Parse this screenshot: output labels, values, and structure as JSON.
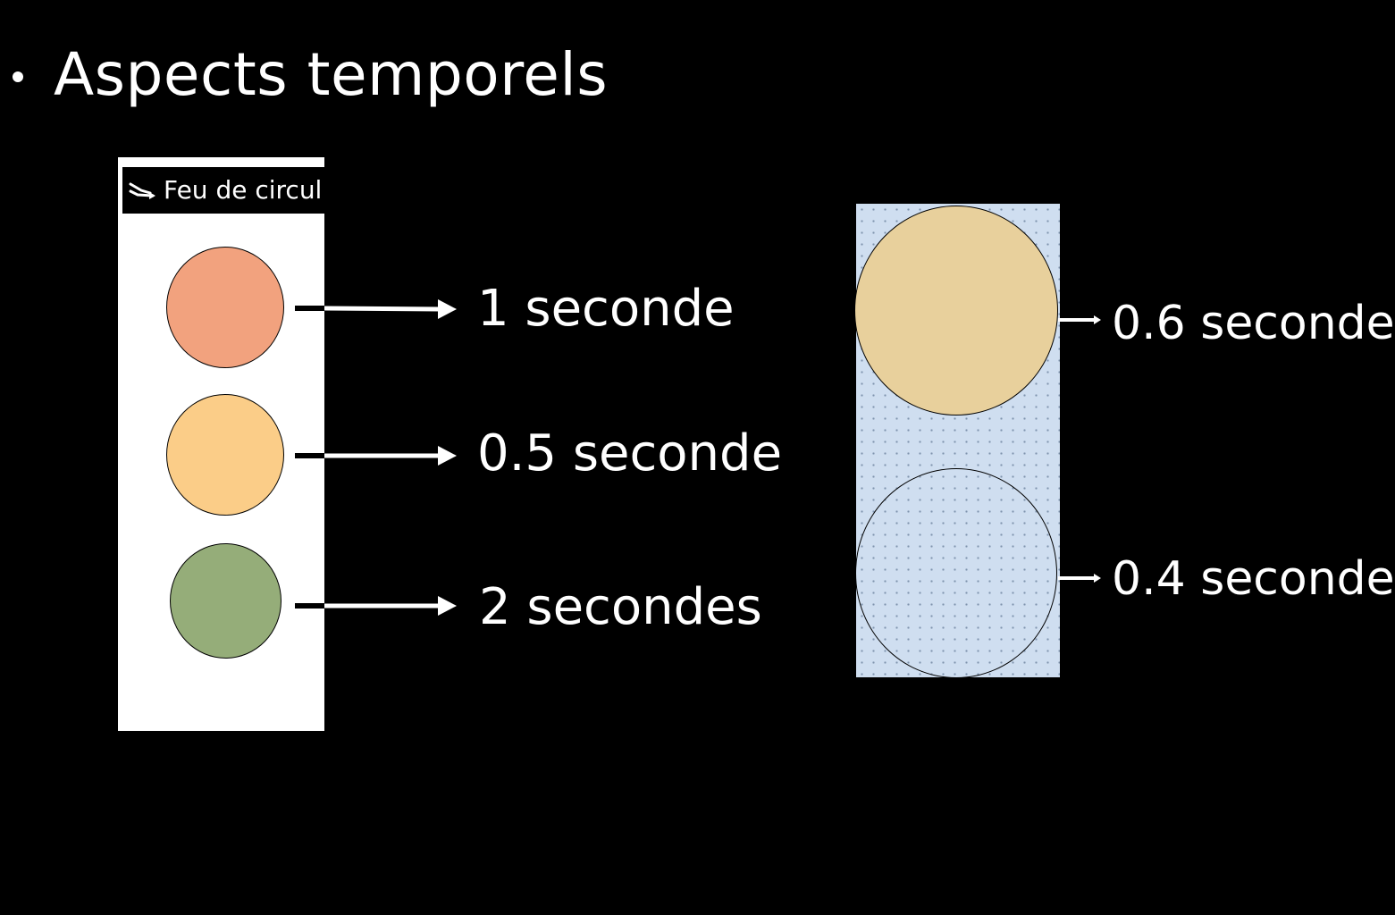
{
  "slide": {
    "title": "Aspects temporels"
  },
  "left_light": {
    "header_label": "Feu de circul",
    "header_icon": "arrow-icon",
    "lamps": [
      {
        "color": "#f2a27e",
        "label": "1 seconde"
      },
      {
        "color": "#fbcd88",
        "label": "0.5 seconde"
      },
      {
        "color": "#95ad79",
        "label": "2 secondes"
      }
    ]
  },
  "right_light": {
    "panel_color": "#cfdef0",
    "lamps": [
      {
        "color": "#e8d09c",
        "label": "0.6 seconde"
      },
      {
        "color": "#cfdef0",
        "label": "0.4 seconde"
      }
    ]
  }
}
